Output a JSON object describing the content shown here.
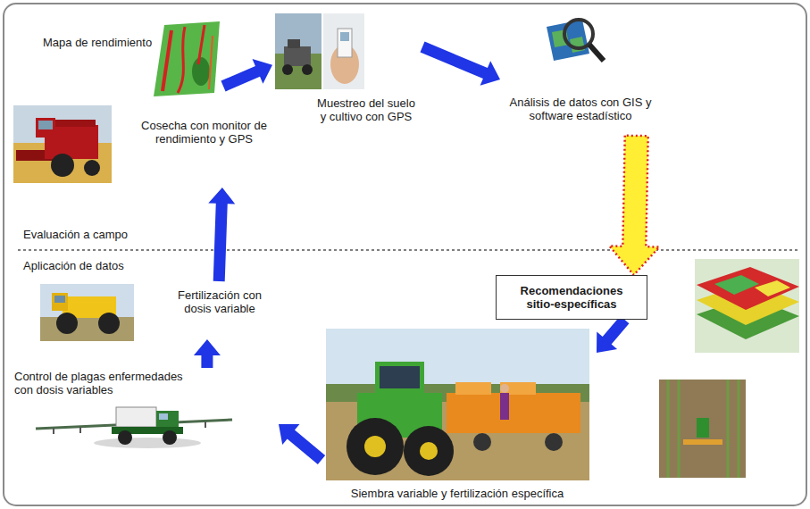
{
  "diagram": {
    "nodes": [
      {
        "text": [
          "Mapa de rendimiento"
        ]
      },
      {
        "text": [
          "Muestreo del suelo y cultivo con GPS"
        ]
      },
      {
        "text": [
          "Análisis de datos con GIS y software estadístico"
        ]
      },
      {
        "text": [
          "Recomendaciones sitio-específicas"
        ]
      },
      {
        "text": [
          "Siembra variable y fertilización específica"
        ]
      },
      {
        "text": [
          "Control de plagas enfermedades con dosis variables"
        ]
      },
      {
        "text": [
          "Fertilización con dosis variable"
        ]
      },
      {
        "text": [
          "Cosecha con monitor de rendimiento y GPS"
        ]
      }
    ],
    "edges": [
      {
        "from": 0,
        "to": 1,
        "arrow": "to"
      },
      {
        "from": 1,
        "to": 2,
        "arrow": "to"
      },
      {
        "from": 2,
        "to": 3,
        "arrow": "to"
      },
      {
        "from": 3,
        "to": 4,
        "arrow": "to"
      },
      {
        "from": 4,
        "to": 5,
        "arrow": "to"
      },
      {
        "from": 5,
        "to": 6,
        "arrow": "to"
      },
      {
        "from": 6,
        "to": 7,
        "arrow": "to"
      }
    ],
    "labels": [
      "Evaluación a campo",
      "Aplicación de datos"
    ]
  }
}
